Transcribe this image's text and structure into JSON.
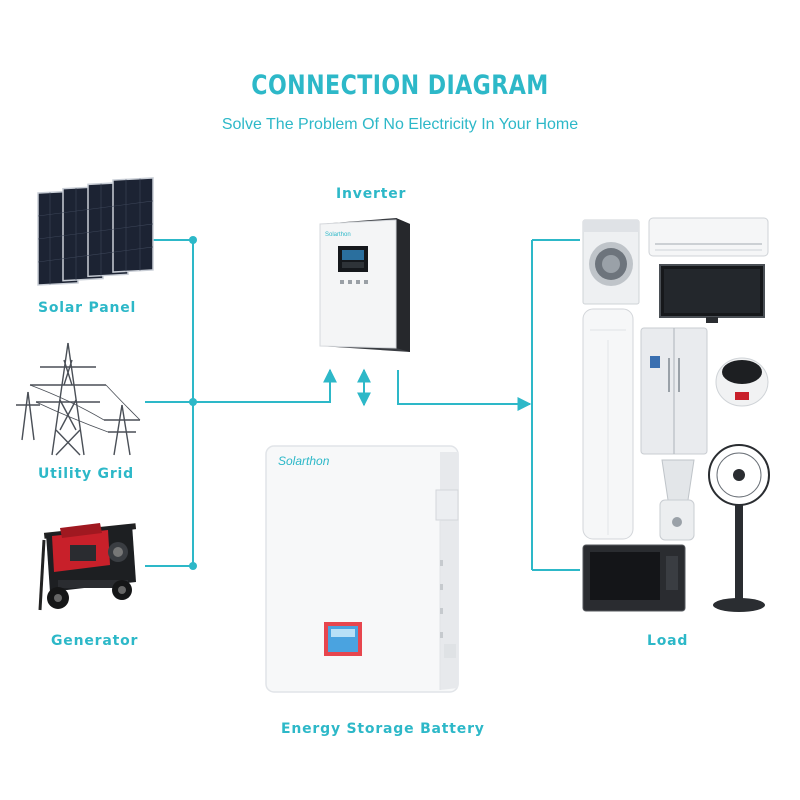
{
  "header": {
    "title": "CONNECTION DIAGRAM",
    "subtitle": "Solve The Problem Of No Electricity In Your Home"
  },
  "nodes": {
    "solar_panel": "Solar Panel",
    "utility_grid": "Utility Grid",
    "generator": "Generator",
    "inverter": "Inverter",
    "battery": "Energy Storage Battery",
    "load": "Load"
  },
  "devices": {
    "inverter_brand": "Solarthon",
    "battery_brand": "Solarthon"
  },
  "colors": {
    "accent": "#2db8c8",
    "generator_red": "#c8202a"
  }
}
